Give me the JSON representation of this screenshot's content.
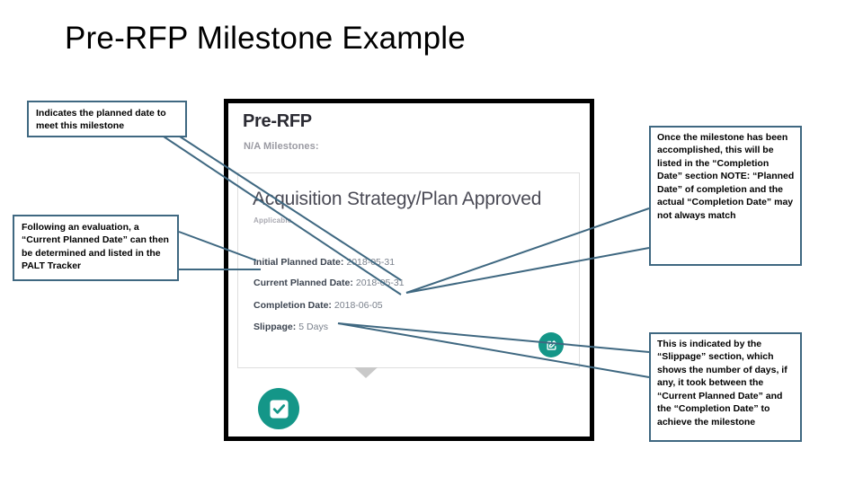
{
  "slide": {
    "title": "Pre-RFP Milestone Example"
  },
  "callouts": {
    "planned_date": "Indicates the planned date to meet this milestone",
    "current_planned": "Following an evaluation, a “Current Planned Date” can then be determined and listed in the PALT Tracker",
    "completion_date": "Once the milestone has been accomplished, this will be listed in the “Completion Date” section NOTE: “Planned Date” of completion and the actual “Completion Date” may not always match",
    "slippage": "This is indicated by the “Slippage” section, which shows the number of days, if any, it took between the “Current Planned Date” and the “Completion Date” to achieve the milestone"
  },
  "app": {
    "header": {
      "title": "Pre-RFP",
      "subtitle": "N/A Milestones:"
    },
    "card": {
      "title": "Acquisition Strategy/Plan Approved",
      "applicable_label": "Applicable",
      "rows": [
        {
          "label": "Initial Planned Date:",
          "value": "2018-05-31"
        },
        {
          "label": "Current Planned Date:",
          "value": "2018-05-31"
        },
        {
          "label": "Completion Date:",
          "value": "2018-06-05"
        },
        {
          "label": "Slippage:",
          "value": "5 Days"
        }
      ]
    },
    "buttons": {
      "edit_icon": "edit-square-icon",
      "complete_icon": "check-square-icon"
    }
  },
  "colors": {
    "teal": "#149688",
    "callout_border": "#3f6881",
    "connector": "#3f6881",
    "frame": "#000000"
  }
}
